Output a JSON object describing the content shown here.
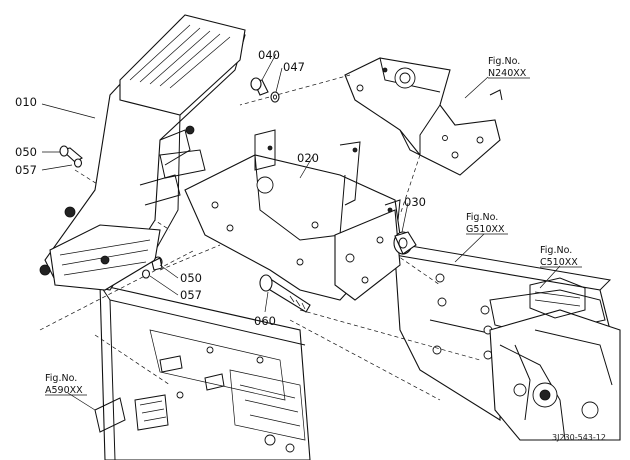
{
  "part_labels": {
    "p010": "010",
    "p020": "020",
    "p030": "030",
    "p040": "040",
    "p047": "047",
    "p050a": "050",
    "p057a": "057",
    "p050b": "050",
    "p057b": "057",
    "p060": "060"
  },
  "figure_refs": {
    "n240": {
      "title": "Fig.No.",
      "code": "N240XX"
    },
    "g510": {
      "title": "Fig.No.",
      "code": "G510XX"
    },
    "c510": {
      "title": "Fig.No.",
      "code": "C510XX"
    },
    "a590": {
      "title": "Fig.No.",
      "code": "A590XX"
    }
  },
  "drawing_code": "3J230-543-12"
}
